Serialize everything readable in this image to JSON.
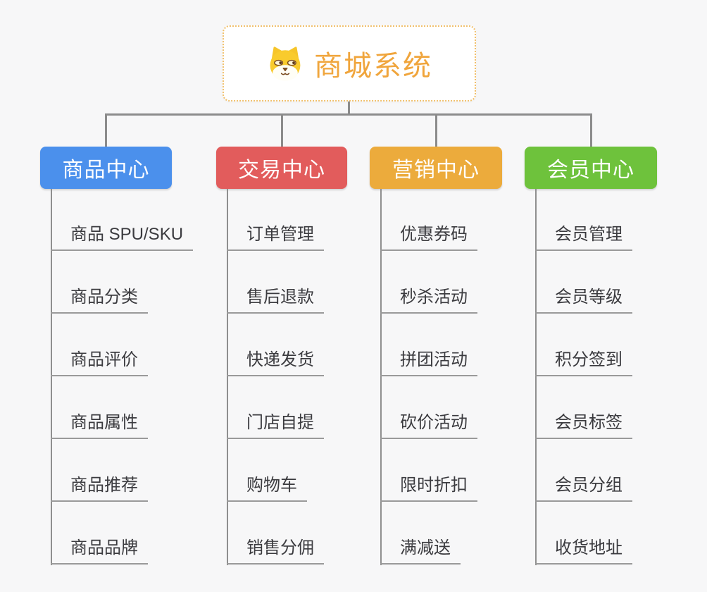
{
  "root": {
    "title": "商城系统",
    "icon": "dog-icon",
    "accent_color": "#f0a53c",
    "border_color": "#f1c06c"
  },
  "branches": [
    {
      "label": "商品中心",
      "color": "#4b90ec",
      "items": [
        "商品 SPU/SKU",
        "商品分类",
        "商品评价",
        "商品属性",
        "商品推荐",
        "商品品牌"
      ]
    },
    {
      "label": "交易中心",
      "color": "#e25c5c",
      "items": [
        "订单管理",
        "售后退款",
        "快递发货",
        "门店自提",
        "购物车",
        "销售分佣"
      ]
    },
    {
      "label": "营销中心",
      "color": "#ecab3c",
      "items": [
        "优惠券码",
        "秒杀活动",
        "拼团活动",
        "砍价活动",
        "限时折扣",
        "满减送"
      ]
    },
    {
      "label": "会员中心",
      "color": "#6ec23c",
      "items": [
        "会员管理",
        "会员等级",
        "积分签到",
        "会员标签",
        "会员分组",
        "收货地址"
      ]
    }
  ],
  "colors": {
    "background": "#f7f7f8",
    "connector": "#8c8c8c",
    "item_underline": "#9a9a9a",
    "item_text": "#3b3b3f"
  }
}
